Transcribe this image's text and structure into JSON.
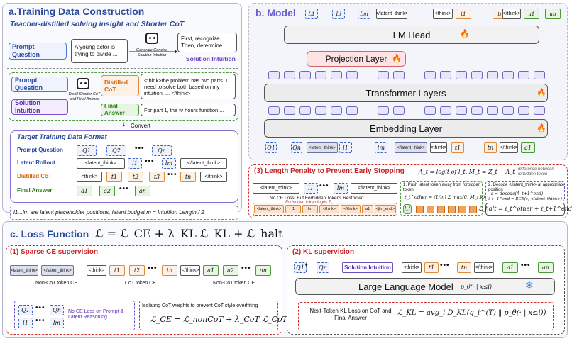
{
  "panel_a": {
    "title": "a.Training Data Construction",
    "subtitle": "Teacher-distilled solving insight and Shorter CoT",
    "prompt_question": "Prompt Question",
    "prompt_text": "A young actor is trying to divide ...",
    "gen_label": "Generate Concise Solution Intuition",
    "intuition_text": "First, recognize ... Then, determine ...",
    "intuition_label": "Solution Intuition",
    "prompt_question2": "Prompt Question",
    "solution_intuition2": "Solution Intuition",
    "distill_label": "Distill Shorter CoT and Final Answer",
    "distilled_cot": "Distilled CoT",
    "cot_text": "<think>the problem has two parts. I need to solve both based on my intuition. ... </think>",
    "final_answer": "Final Answer",
    "final_text": "For part 1, the tv hours function ...",
    "convert": "Convert",
    "target_title": "Target Training Data Format",
    "rows": [
      "Prompt Question",
      "Latent Rollout",
      "Distilled CoT",
      "Final Answer"
    ],
    "q_tokens": [
      "Q1",
      "Q2",
      "Qn"
    ],
    "latent_open": "<latent_think>",
    "latent_close": "</latent_think>",
    "l_tokens": [
      "l1",
      "lm"
    ],
    "think_open": "<think>",
    "think_close": "</think>",
    "t_tokens": [
      "t1",
      "t2",
      "t3",
      "tn"
    ],
    "a_tokens": [
      "a1",
      "a2",
      "an"
    ],
    "footnote": "l1...lm are latent placeholder positions, latent budget m = Intuition Length / 2"
  },
  "panel_b": {
    "title": "b. Model",
    "top_tokens": [
      "L1",
      "Li",
      "Lm",
      "</latent_think>",
      "<think>",
      "t1",
      "tn",
      "</think>",
      "a1",
      "an"
    ],
    "lm_head": "LM Head",
    "projection": "Projection Layer",
    "transformer": "Transformer Layers",
    "embedding": "Embedding Layer",
    "bottom_tokens": [
      "Q1",
      "Qn",
      "<latent_think>",
      "l1",
      "lm",
      "</latent_think>",
      "<think>",
      "t1",
      "tn",
      "</think>",
      "a1"
    ]
  },
  "panel_3": {
    "title": "(3) Length Penalty to Prevent Early Stopping",
    "def": "A_t = logit of l_t, M_t = Z_t − A_t",
    "def_note": "difference between forbidden token",
    "seq": [
      "<latent_think>",
      "l1",
      "lm",
      "</latent_think>"
    ],
    "no_ce": "No CE Loss, But Forbidden Tokens Restricted",
    "forbidden_title": "Forbidden token logits Z_t",
    "forbidden": [
      "<latent_think>",
      "l1",
      "lm",
      "<think>",
      "</think>",
      "a1",
      "<|im_end|>"
    ],
    "step1": "1. Push latent token away from forbidden token",
    "step1_formula": "ℓ_t^other = (1/m) Σ max(0, M_t,k)",
    "lt": "l_t",
    "step2": "2. Decode </latent_think> at appropriate position",
    "step2_f1": "s = decode(A_t+1^end)",
    "step2_f2": "ℓ_t+1^end = BCE(s, <latent_think>)",
    "halt": "ℒ_halt = ℓ_t^other + ℓ_t+1^end"
  },
  "panel_c": {
    "title": "c. Loss Function",
    "loss": "ℒ = ℒ_CE + λ_KL ℒ_KL + ℒ_halt",
    "sec1": "(1) Sparse CE supervision",
    "seq1": [
      "<latent_think>",
      "</latent_think>",
      "<think>",
      "t1",
      "t2",
      "tn",
      "</think>",
      "a1",
      "a2",
      "an"
    ],
    "noncot1": "Non-CoT token CE",
    "cot": "CoT token CE",
    "noncot2": "Non-CoT token CE",
    "q_tokens": [
      "Q1",
      "Qn"
    ],
    "l_tokens": [
      "l1",
      "lm"
    ],
    "no_ce": "No CE Loss on Prompt & Latent Reasoning",
    "isolate": "Isolating CoT weights to prevent CoT style overfitting",
    "ce_formula": "ℒ_CE = ℒ_nonCoT + λ_CoT ℒ_CoT",
    "sec2": "(2) KL supervision",
    "seq2": [
      "Q1",
      "Qn",
      "Solution Intuition",
      "<think>",
      "t1",
      "tn",
      "</think>",
      "a1",
      "an"
    ],
    "llm": "Large Language Model",
    "llm_f": "p_θ(· | x≤i)",
    "kl_text": "Next-Token KL Loss on CoT and Final Answer",
    "kl_formula": "ℒ_KL = avg_i D_KL(q_i^(T) ‖ p_θ(· | x≤i))"
  },
  "colors": {
    "blue": "#3a5fa8",
    "orange": "#e08a3c",
    "green": "#4a9a3a",
    "red": "#d32f2f",
    "purple": "#6a4fc0"
  }
}
